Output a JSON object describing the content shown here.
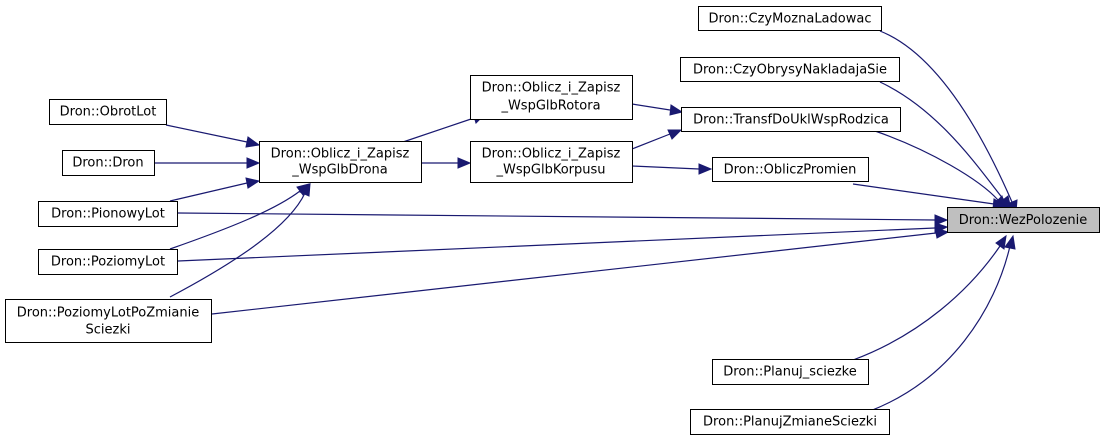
{
  "graph": {
    "title": "",
    "edge_color": "#191970",
    "node_border_color": "#000000",
    "highlight_fill": "#bfbfbf",
    "nodes": {
      "czy_mozna_ladowac": [
        "Dron::CzyMoznaLadowac"
      ],
      "czy_obrysy": [
        "Dron::CzyObrysyNakladajaSie"
      ],
      "transf": [
        "Dron::TransfDoUklWspRodzica"
      ],
      "oblicz_promien": [
        "Dron::ObliczPromien"
      ],
      "wez_polozenie": [
        "Dron::WezPolozenie"
      ],
      "oblicz_rotora": [
        "Dron::Oblicz_i_Zapisz",
        "_WspGlbRotora"
      ],
      "oblicz_korpusu": [
        "Dron::Oblicz_i_Zapisz",
        "_WspGlbKorpusu"
      ],
      "oblicz_drona": [
        "Dron::Oblicz_i_Zapisz",
        "_WspGlbDrona"
      ],
      "obrot_lot": [
        "Dron::ObrotLot"
      ],
      "dron": [
        "Dron::Dron"
      ],
      "pionowy_lot": [
        "Dron::PionowyLot"
      ],
      "poziomy_lot": [
        "Dron::PoziomyLot"
      ],
      "poziomy_lot_zm": [
        "Dron::PoziomyLotPoZmianie",
        "Sciezki"
      ],
      "planuj_sciezke": [
        "Dron::Planuj_sciezke"
      ],
      "planuj_zmiane": [
        "Dron::PlanujZmianeSciezki"
      ]
    }
  }
}
